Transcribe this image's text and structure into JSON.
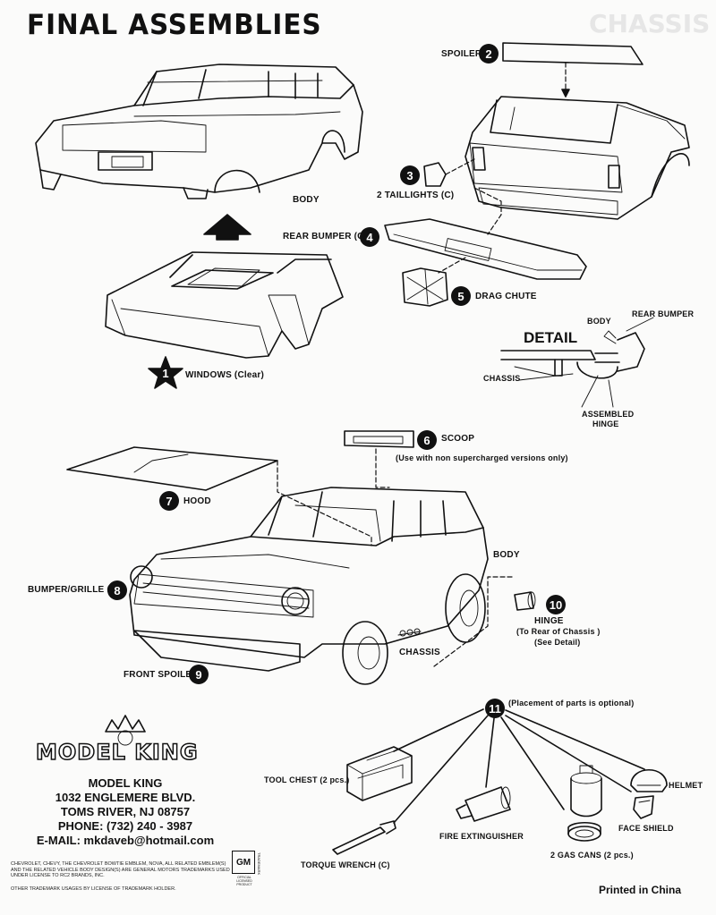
{
  "page": {
    "title": "FINAL ASSEMBLIES",
    "ghost_heading": "CHASSIS",
    "detail_heading": "DETAIL",
    "printed": "Printed in China"
  },
  "steps": [
    {
      "number": "1",
      "label": "WINDOWS (Clear)"
    },
    {
      "number": "2",
      "label": "SPOILER"
    },
    {
      "number": "3",
      "label": "2 TAILLIGHTS (C)"
    },
    {
      "number": "4",
      "label": "REAR BUMPER (C)"
    },
    {
      "number": "5",
      "label": "DRAG CHUTE"
    },
    {
      "number": "6",
      "label": "SCOOP",
      "note": "(Use with non supercharged versions only)"
    },
    {
      "number": "7",
      "label": "HOOD"
    },
    {
      "number": "8",
      "label": "BUMPER/GRILLE (C)"
    },
    {
      "number": "9",
      "label": "FRONT SPOILER"
    },
    {
      "number": "10",
      "label": "HINGE",
      "note1": "(To Rear of Chassis )",
      "note2": "(See Detail)"
    },
    {
      "number": "11",
      "label": "(Placement of parts is optional)"
    }
  ],
  "labels": {
    "body_top": "BODY",
    "body_bottom": "BODY",
    "chassis_bottom": "CHASSIS",
    "detail_body": "BODY",
    "detail_rear_bumper": "REAR BUMPER",
    "detail_chassis": "CHASSIS",
    "detail_hinge_1": "ASSEMBLED",
    "detail_hinge_2": "HINGE"
  },
  "accessories": {
    "tool_chest": "TOOL CHEST (2 pcs.)",
    "torque_wrench": "TORQUE WRENCH (C)",
    "fire_extinguisher": "FIRE EXTINGUISHER",
    "gas_cans": "2 GAS CANS (2 pcs.)",
    "face_shield": "FACE SHIELD",
    "helmet": "HELMET"
  },
  "company": {
    "logo": "MODEL KING",
    "name": "MODEL KING",
    "street": "1032 ENGLEMERE BLVD.",
    "city": "TOMS RIVER, NJ  08757",
    "phone": "PHONE: (732) 240 - 3987",
    "email": "E-MAIL: mkdaveb@hotmail.com"
  },
  "legal": {
    "line1": "CHEVROLET, CHEVY, THE CHEVROLET BOWTIE EMBLEM, NOVA, ALL RELATED EMBLEM(S) AND THE RELATED VEHICLE BODY DESIGN(S) ARE GENERAL MOTORS TRADEMARKS USED UNDER LICENSE TO RC2 BRANDS, INC.",
    "line2": "OTHER TRADEMARK USAGES BY LICENSE OF TRADEMARK HOLDER.",
    "gm_badge": "GM",
    "gm_side": "TRADEMARK",
    "gm_under": "OFFICIAL LICENSED PRODUCT"
  }
}
